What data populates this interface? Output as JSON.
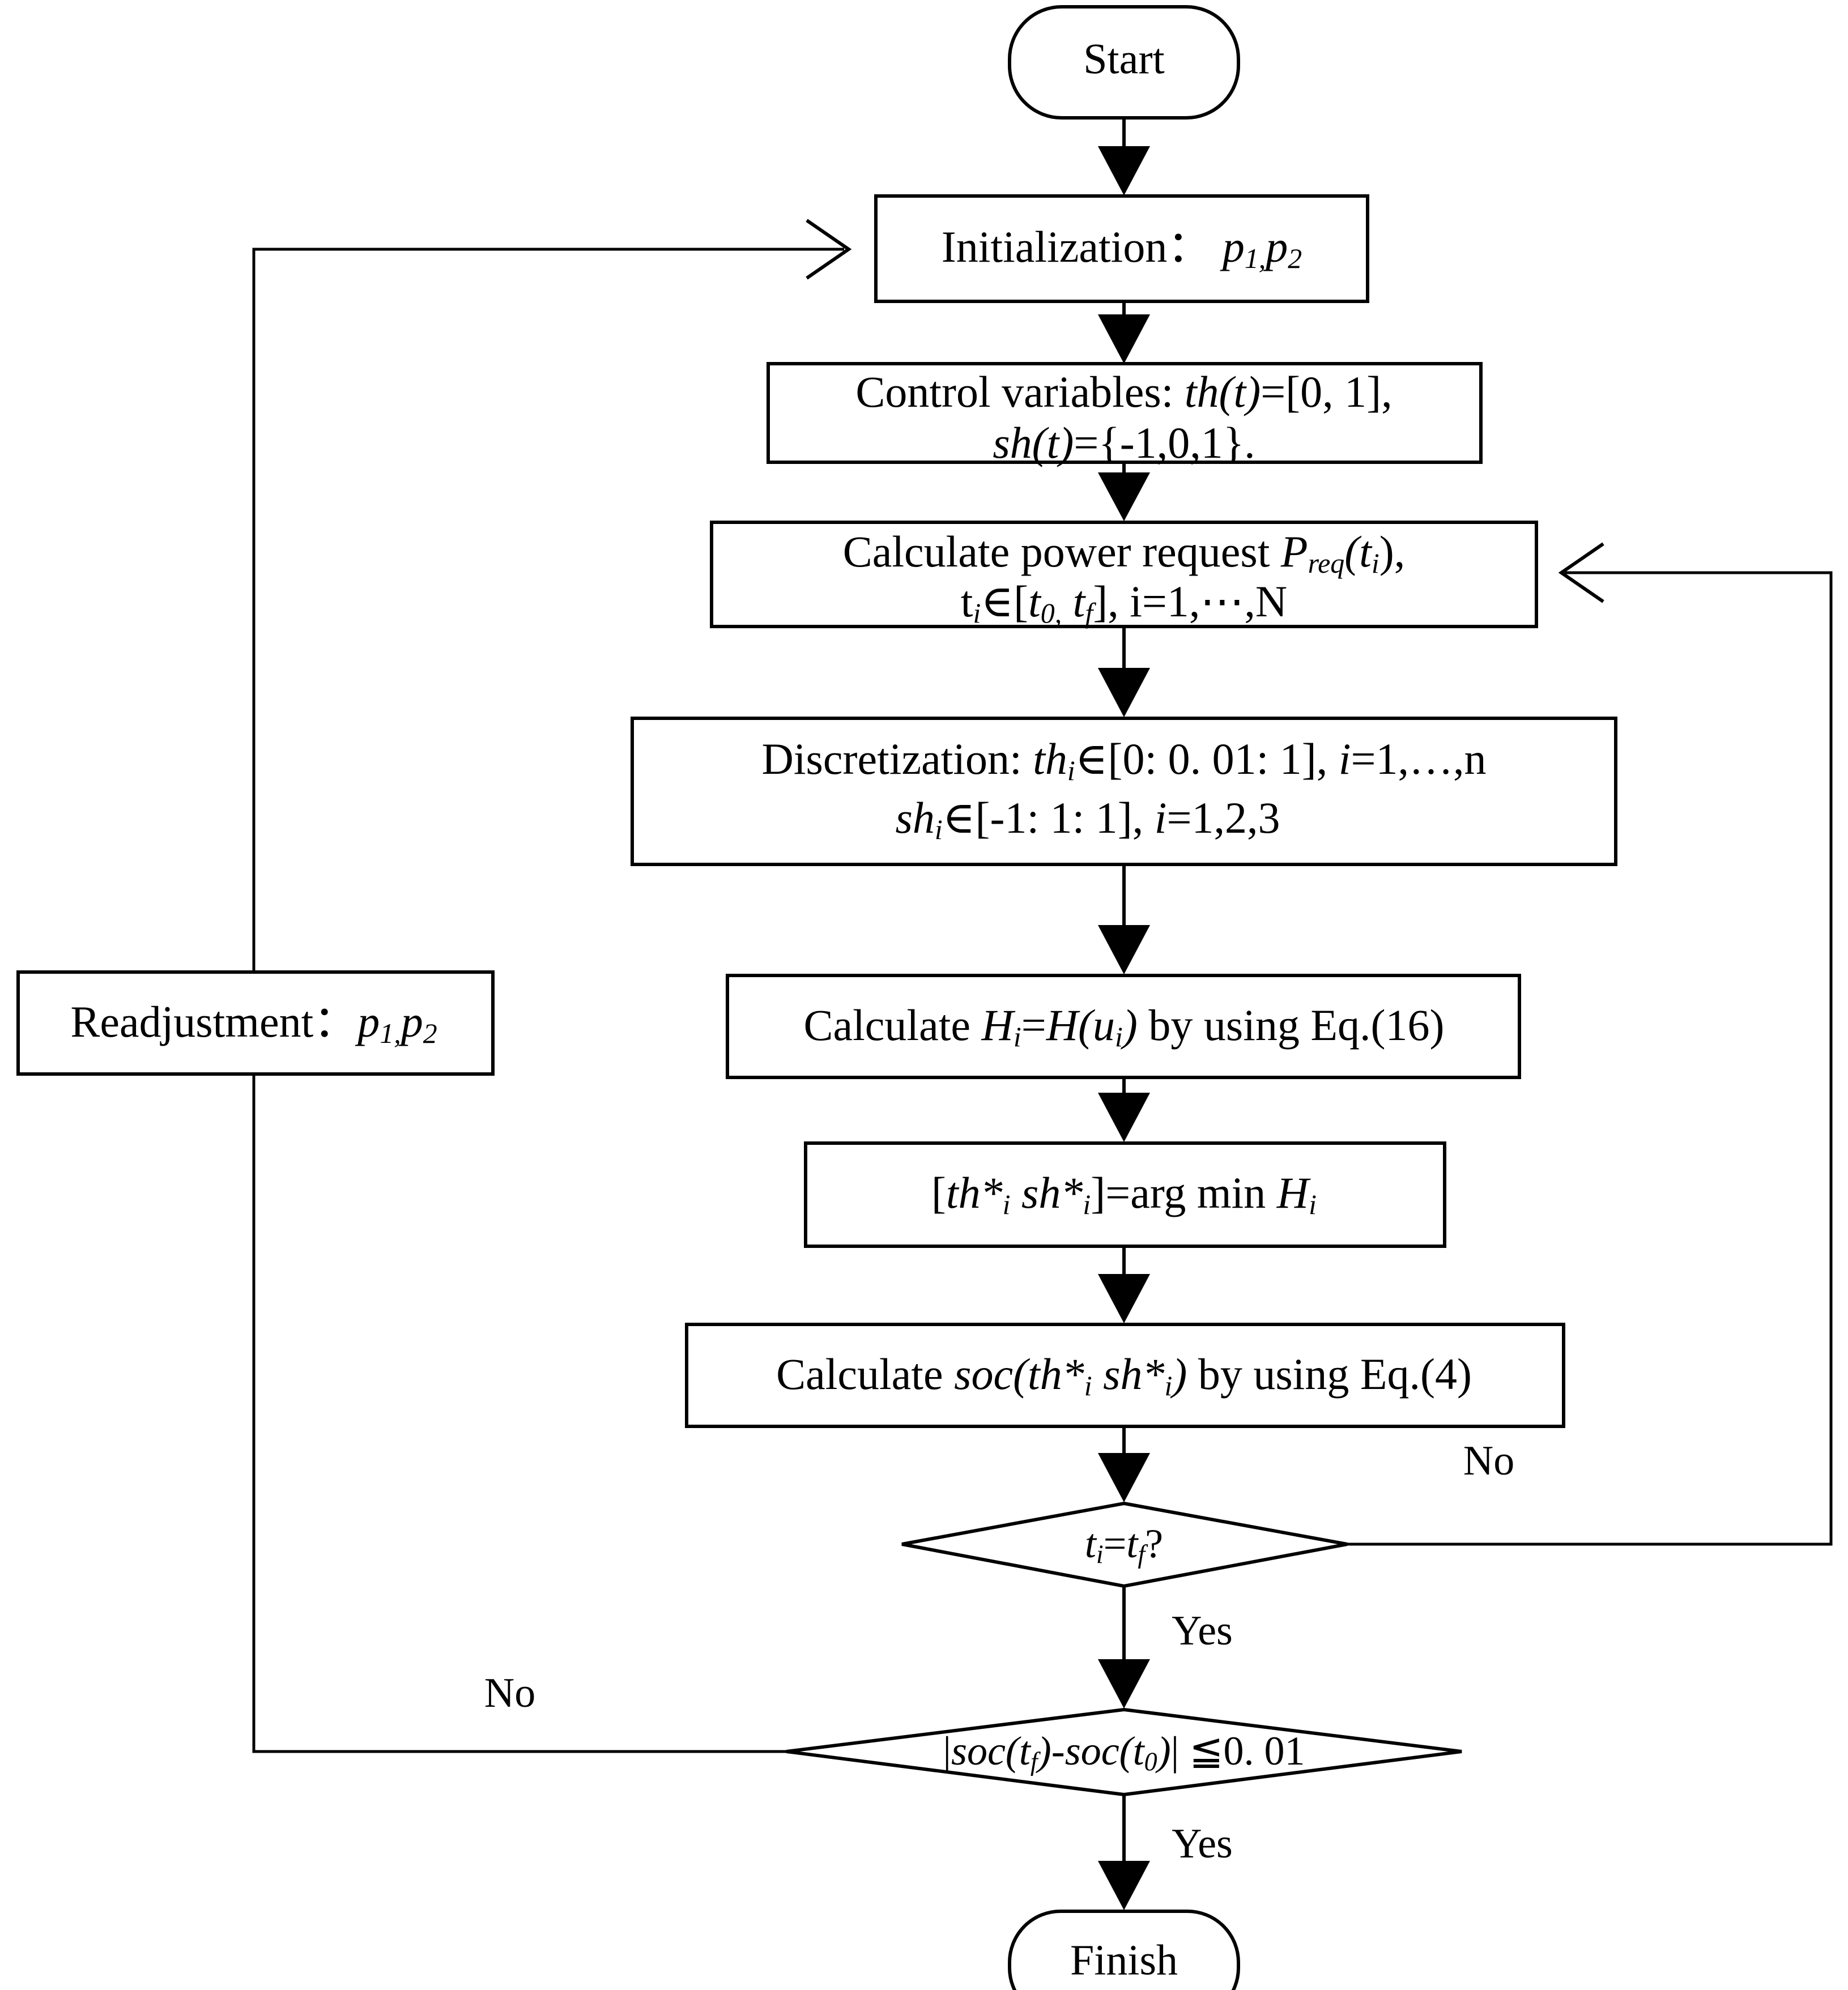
{
  "diagram": {
    "title": "ECMS optimization flowchart",
    "background_color": "#ffffff",
    "line_color": "#000000"
  },
  "nodes": {
    "start": {
      "shape": "terminal",
      "label": "Start"
    },
    "initialization": {
      "shape": "process",
      "label_prefix": "Initialization",
      "label_colon": "：",
      "param1": "p",
      "param1_sub": "1,",
      "param2": "p",
      "param2_sub": "2"
    },
    "control_variables": {
      "shape": "process",
      "line1_prefix": "Control variables: ",
      "line1_var": "th(t)",
      "line1_rest": "=[0, 1],",
      "line2_var": "sh(t)",
      "line2_rest": "={-1,0,1}."
    },
    "calculate_power_request": {
      "shape": "process",
      "line1_prefix": "Calculate power request  ",
      "line1_var": "P",
      "line1_var_sub": "req",
      "line1_var_rest": "(t",
      "line1_var_sub2": "i",
      "line1_var_end": "),",
      "line2_a": "t",
      "line2_a_sub": "i",
      "line2_b": "∈[",
      "line2_t0": "t",
      "line2_t0_sub": "0,",
      "line2_tf": " t",
      "line2_tf_sub": "f",
      "line2_c": "],   i=1,⋯,N"
    },
    "discretization": {
      "shape": "process",
      "line1_prefix": "Discretization: ",
      "line1_var": "th",
      "line1_var_sub": "i",
      "line1_rest": "∈[0: 0. 01: 1],   ",
      "line1_i": "i",
      "line1_i_rest": "=1,…,n",
      "line2_var": "sh",
      "line2_var_sub": "i",
      "line2_rest": "∈[-1: 1: 1], ",
      "line2_i": "i",
      "line2_i_rest": "=1,2,3"
    },
    "readjustment": {
      "shape": "process",
      "label_prefix": "Readjustment",
      "label_colon": "：",
      "param1": "p",
      "param1_sub": "1,",
      "param2": "p",
      "param2_sub": "2"
    },
    "calculate_h": {
      "shape": "process",
      "prefix": "Calculate  ",
      "var_h": "H",
      "var_h_sub": "i",
      "eq": "=",
      "var_h2": "H(u",
      "var_h2_sub": "i",
      "var_h2_end": ")",
      "suffix": " by using Eq.(16)"
    },
    "arg_min": {
      "shape": "process",
      "open": "[",
      "th": "th*",
      "th_sub": "i",
      "gap": "  ",
      "sh": "sh*",
      "sh_sub": "i",
      "close": "]",
      "rest": "=arg min ",
      "h": "H",
      "h_sub": "i"
    },
    "calculate_soc": {
      "shape": "process",
      "prefix": "Calculate ",
      "soc": "soc(",
      "th": "th*",
      "th_sub": "i",
      "gap": "  ",
      "sh": "sh*",
      "sh_sub": "i",
      "close": ")",
      "suffix": " by using Eq.(4)"
    },
    "decision_time": {
      "shape": "decision",
      "a": "t",
      "a_sub": "i",
      "eq": "=",
      "b": "t",
      "b_sub": "f",
      "q": "?"
    },
    "decision_soc": {
      "shape": "decision",
      "bar_open": "|",
      "soc_f": "soc(t",
      "soc_f_sub": "f",
      "soc_f_close": ")",
      "minus": "-",
      "soc_0": "soc(t",
      "soc_0_sub": "0",
      "soc_0_close": ")",
      "bar_close": "|",
      "cmp": " ≦",
      "value": "0. 01"
    },
    "finish": {
      "shape": "terminal",
      "label": "Finish"
    }
  },
  "edge_labels": {
    "decision_time_no": "No",
    "decision_time_yes": "Yes",
    "decision_soc_no": "No",
    "decision_soc_yes": "Yes"
  },
  "flow_sequence": [
    "start",
    "initialization",
    "control_variables",
    "calculate_power_request",
    "discretization",
    "calculate_h",
    "arg_min",
    "calculate_soc",
    "decision_time",
    "decision_soc",
    "finish"
  ]
}
